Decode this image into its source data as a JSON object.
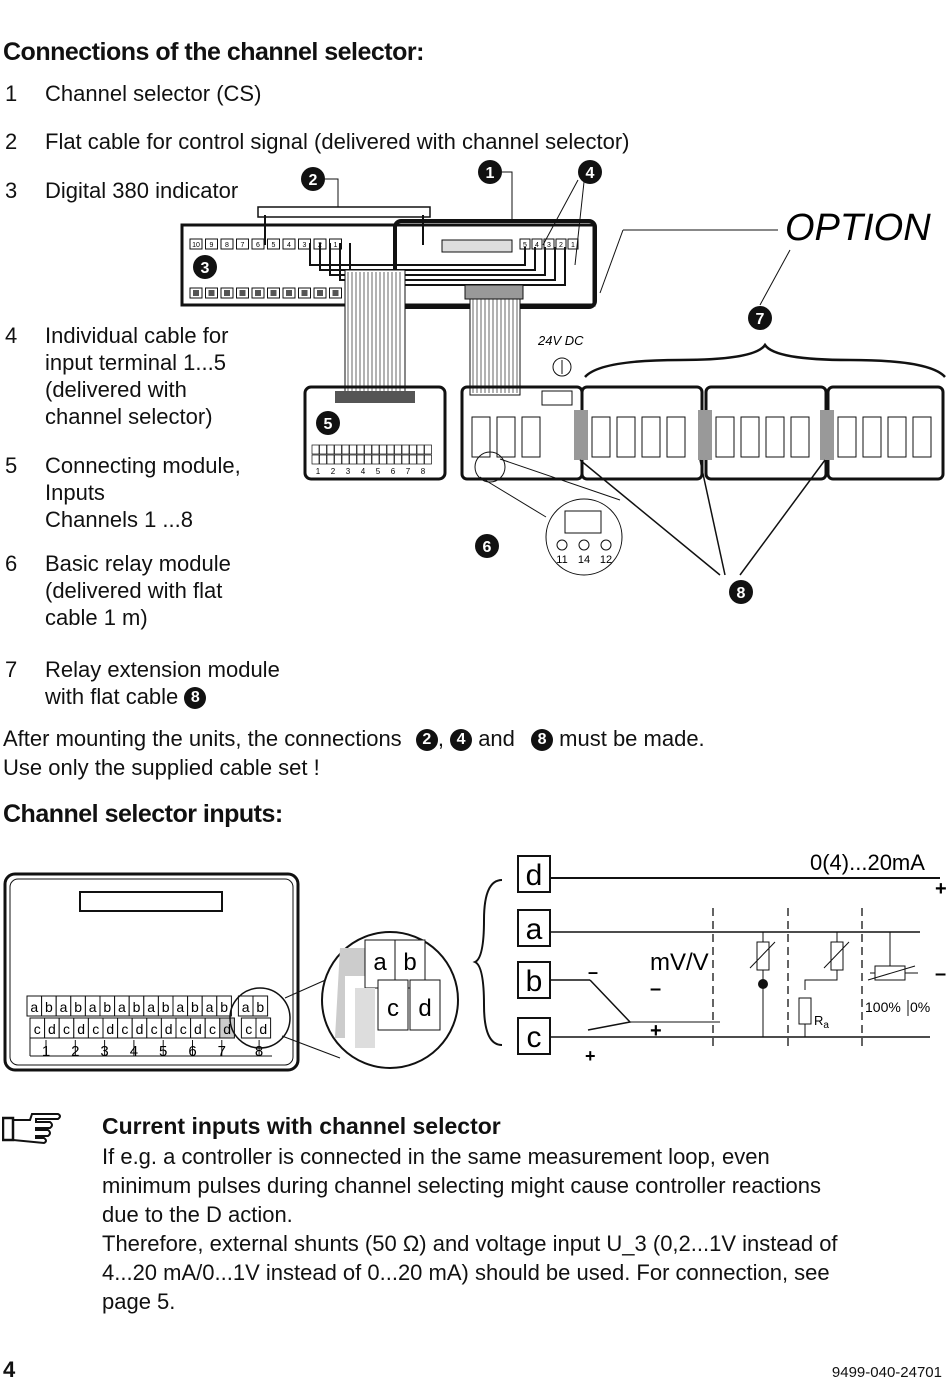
{
  "heading_connections": "Connections of the channel selector:",
  "items": [
    {
      "num": "1",
      "lines": [
        "Channel selector (CS)"
      ]
    },
    {
      "num": "2",
      "lines": [
        "Flat cable for control signal (delivered with channel selector)"
      ]
    },
    {
      "num": "3",
      "lines": [
        "Digital 380 indicator"
      ]
    },
    {
      "num": "4",
      "lines": [
        "Individual cable for",
        "input terminal 1...5",
        "(delivered with",
        "channel selector)"
      ]
    },
    {
      "num": "5",
      "lines": [
        "Connecting module,",
        "Inputs",
        "Channels 1 ...8"
      ]
    },
    {
      "num": "6",
      "lines": [
        "Basic relay module",
        "(delivered with flat",
        "cable 1 m)"
      ]
    },
    {
      "num": "7",
      "lines": [
        "Relay extension module",
        "with flat cable"
      ]
    }
  ],
  "item7_marker": "8",
  "after_text": {
    "a": "After mounting the units, the connections",
    "m1": "2",
    "sep": ",",
    "m2": "4",
    "and": "and",
    "m3": "8",
    "b": "must be made.",
    "line2": "Use only the supplied cable set !"
  },
  "diagram1": {
    "option_label": "OPTION",
    "supply_label": "24V DC",
    "markers": [
      "1",
      "2",
      "3",
      "4",
      "5",
      "6",
      "7",
      "8"
    ],
    "relay_terminals": [
      "11",
      "14",
      "12"
    ],
    "top_terminals": [
      "10",
      "9",
      "8",
      "7",
      "6",
      "5",
      "4",
      "3",
      "2",
      "1"
    ],
    "selector_terminals": [
      "5",
      "4",
      "3",
      "2",
      "1"
    ],
    "module_channels": [
      "1",
      "2",
      "3",
      "4",
      "5",
      "6",
      "7",
      "8"
    ]
  },
  "heading_inputs": "Channel selector inputs:",
  "diagram2": {
    "top_row": [
      "a",
      "b",
      "a",
      "b",
      "a",
      "b",
      "a",
      "b",
      "a",
      "b",
      "a",
      "b",
      "a",
      "b",
      "a",
      "b"
    ],
    "bottom_row": [
      "c",
      "d",
      "c",
      "d",
      "c",
      "d",
      "c",
      "d",
      "c",
      "d",
      "c",
      "d",
      "c",
      "d",
      "c",
      "d"
    ],
    "channels": [
      "1",
      "2",
      "3",
      "4",
      "5",
      "6",
      "7",
      "8"
    ],
    "zoom_letters": [
      "a",
      "b",
      "c",
      "d"
    ]
  },
  "diagram3": {
    "terminals": [
      "d",
      "a",
      "b",
      "c"
    ],
    "current_label": "0(4)...20mA",
    "voltage_label": "mV/V",
    "plus": "+",
    "minus": "–",
    "resistor_label": "R",
    "resistor_sub": "a",
    "pot_labels": [
      "100%",
      "0%"
    ]
  },
  "note": {
    "icon": "pointing-hand-icon",
    "title": "Current inputs with channel selector",
    "lines": [
      "If e.g. a controller is connected in the same measurement loop, even",
      "minimum pulses during channel selecting might cause controller reactions",
      "due to the D action.",
      "Therefore, external shunts (50 Ω) and voltage input U_3 (0,2...1V instead of",
      "4...20 mA/0...1V instead of 0...20 mA) should be used. For connection, see",
      "page 5."
    ]
  },
  "footer": {
    "page": "4",
    "doc_number": "9499-040-24701"
  }
}
